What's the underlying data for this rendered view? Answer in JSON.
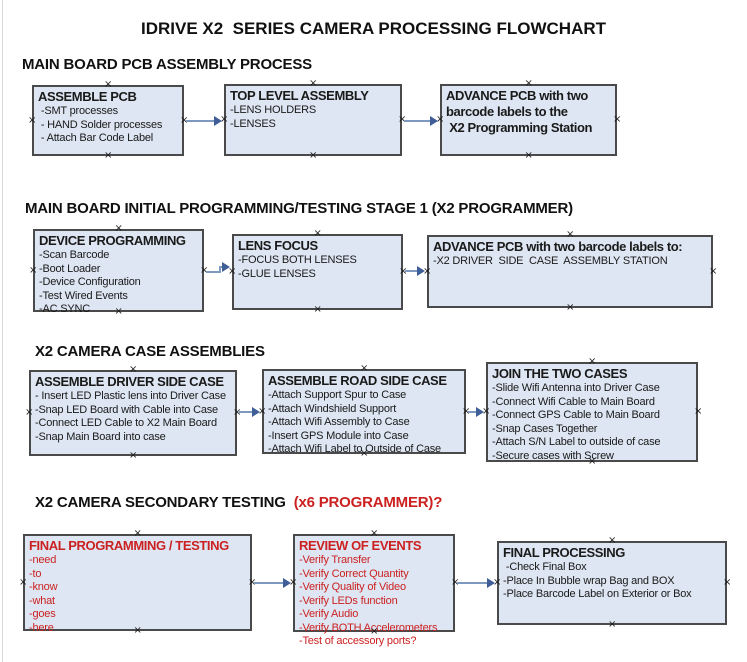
{
  "title": "IDRIVE X2  SERIES CAMERA PROCESSING FLOWCHART",
  "icons": {
    "connection_marker": "×",
    "arrow_head": "right-triangle"
  },
  "colors": {
    "box_fill": "#dde6f2",
    "box_border": "#4a4a4a",
    "arrow_line": "#7e99c0",
    "arrow_head": "#3f5e97",
    "red_text": "#cc2121",
    "black_text": "#111111"
  },
  "sections": [
    {
      "heading": {
        "text": "MAIN BOARD PCB ASSEMBLY PROCESS",
        "suffix": ""
      },
      "boxes": [
        {
          "red": false,
          "lines": [
            {
              "t": "ASSEMBLE PCB",
              "b": true
            },
            {
              "t": " -SMT processes"
            },
            {
              "t": " - HAND Solder processes"
            },
            {
              "t": " - Attach Bar Code Label"
            }
          ]
        },
        {
          "red": false,
          "lines": [
            {
              "t": "TOP LEVEL ASSEMBLY",
              "b": true
            },
            {
              "t": "-LENS HOLDERS"
            },
            {
              "t": "-LENSES"
            }
          ]
        },
        {
          "red": false,
          "lines": [
            {
              "t": "ADVANCE PCB with two",
              "b": true
            },
            {
              "t": "barcode labels to the",
              "b": true
            },
            {
              "t": " X2 Programming Station",
              "b": true
            }
          ]
        }
      ]
    },
    {
      "heading": {
        "text": "MAIN BOARD INITIAL PROGRAMMING/TESTING STAGE 1 (X2 PROGRAMMER)",
        "suffix": ""
      },
      "boxes": [
        {
          "red": false,
          "lines": [
            {
              "t": "DEVICE PROGRAMMING",
              "b": true
            },
            {
              "t": "-Scan Barcode"
            },
            {
              "t": "-Boot Loader"
            },
            {
              "t": "-Device Configuration"
            },
            {
              "t": "-Test Wired Events"
            },
            {
              "t": "-AC SYNC"
            }
          ]
        },
        {
          "red": false,
          "lines": [
            {
              "t": "LENS FOCUS",
              "b": true
            },
            {
              "t": "-FOCUS BOTH LENSES"
            },
            {
              "t": "-GLUE LENSES"
            }
          ]
        },
        {
          "red": false,
          "lines": [
            {
              "t": "ADVANCE PCB with two barcode labels to:",
              "b": true
            },
            {
              "t": "-X2 DRIVER  SIDE  CASE  ASSEMBLY STATION"
            }
          ]
        }
      ]
    },
    {
      "heading": {
        "text": "X2 CAMERA CASE ASSEMBLIES",
        "suffix": ""
      },
      "boxes": [
        {
          "red": false,
          "lines": [
            {
              "t": "ASSEMBLE DRIVER SIDE CASE",
              "b": true
            },
            {
              "t": "- Insert LED Plastic lens into Driver Case"
            },
            {
              "t": "-Snap LED Board with Cable into Case"
            },
            {
              "t": "-Connect LED Cable to X2 Main Board"
            },
            {
              "t": "-Snap Main Board into case"
            }
          ]
        },
        {
          "red": false,
          "lines": [
            {
              "t": "ASSEMBLE ROAD SIDE CASE",
              "b": true
            },
            {
              "t": "-Attach Support Spur to Case"
            },
            {
              "t": "-Attach Windshield Support"
            },
            {
              "t": "-Attach Wifi Assembly to Case"
            },
            {
              "t": "-Insert GPS Module into Case"
            },
            {
              "t": "-Attach Wifi Label to Outside of Case"
            }
          ]
        },
        {
          "red": false,
          "lines": [
            {
              "t": "JOIN THE TWO CASES",
              "b": true
            },
            {
              "t": "-Slide Wifi Antenna into Driver Case"
            },
            {
              "t": "-Connect Wifi Cable to Main Board"
            },
            {
              "t": "-Connect GPS Cable to Main Board"
            },
            {
              "t": "-Snap Cases Together"
            },
            {
              "t": "-Attach S/N Label to outside of case"
            },
            {
              "t": "-Secure cases with Screw"
            }
          ]
        }
      ]
    },
    {
      "heading": {
        "text": "X2 CAMERA SECONDARY TESTING  ",
        "suffix": "(x6 PROGRAMMER)?"
      },
      "boxes": [
        {
          "red": true,
          "lines": [
            {
              "t": "FINAL PROGRAMMING / TESTING",
              "b": true
            },
            {
              "t": "-need"
            },
            {
              "t": "-to"
            },
            {
              "t": "-know"
            },
            {
              "t": "-what"
            },
            {
              "t": "-goes"
            },
            {
              "t": "-here"
            }
          ]
        },
        {
          "red": true,
          "lines": [
            {
              "t": "REVIEW OF EVENTS",
              "b": true
            },
            {
              "t": "-Verify Transfer"
            },
            {
              "t": "-Verify Correct Quantity"
            },
            {
              "t": "-Verify Quality of Video"
            },
            {
              "t": "-Verify LEDs function"
            },
            {
              "t": "-Verify Audio"
            },
            {
              "t": "-Verify BOTH Accelerometers"
            },
            {
              "t": "-Test of accessory ports?"
            }
          ]
        },
        {
          "red": false,
          "lines": [
            {
              "t": "FINAL PROCESSING",
              "b": true
            },
            {
              "t": " -Check Final Box"
            },
            {
              "t": "-Place In Bubble wrap Bag and BOX"
            },
            {
              "t": "-Place Barcode Label on Exterior or Box"
            }
          ]
        }
      ]
    }
  ]
}
